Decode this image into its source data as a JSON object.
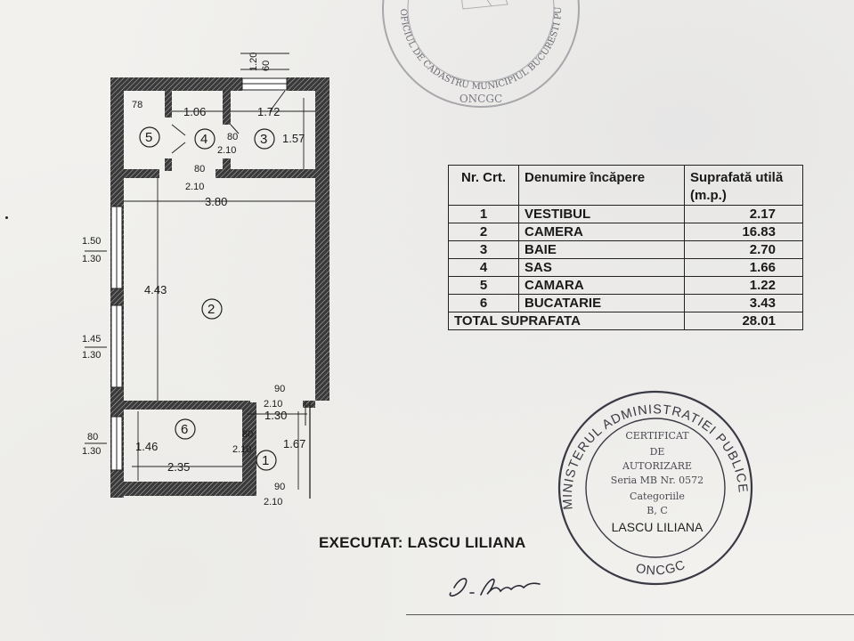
{
  "plan": {
    "dims": {
      "top_120": "1.20",
      "top_60": "60",
      "d78": "78",
      "d106": "1.06",
      "d172": "1.72",
      "d157": "1.57",
      "door4_w": "80",
      "door4_h": "2.10",
      "door5_w": "80",
      "door5_h": "2.10",
      "d380": "3.80",
      "win1_w": "1.50",
      "win1_h": "1.30",
      "d443": "4.43",
      "win2_w": "1.45",
      "win2_h": "1.30",
      "door1a_w": "90",
      "door1a_h": "2.10",
      "d130": "1.30",
      "win3_w": "80",
      "win3_h": "1.30",
      "d146": "1.46",
      "door6_w": "80",
      "door6_h": "2.10",
      "d167": "1.67",
      "d235": "2.35",
      "door1b_w": "90",
      "door1b_h": "2.10"
    },
    "rooms": {
      "r1": "1",
      "r2": "2",
      "r3": "3",
      "r4": "4",
      "r5": "5",
      "r6": "6"
    }
  },
  "table": {
    "headers": {
      "nr": "Nr. Crt.",
      "name": "Denumire încăpere",
      "area": "Suprafată utilă (m.p.)"
    },
    "rows": [
      {
        "nr": "1",
        "name": "VESTIBUL",
        "area": "2.17"
      },
      {
        "nr": "2",
        "name": "CAMERA",
        "area": "16.83"
      },
      {
        "nr": "3",
        "name": "BAIE",
        "area": "2.70"
      },
      {
        "nr": "4",
        "name": "SAS",
        "area": "1.66"
      },
      {
        "nr": "5",
        "name": "CAMARA",
        "area": "1.22"
      },
      {
        "nr": "6",
        "name": "BUCATARIE",
        "area": "3.43"
      }
    ],
    "total_label": "TOTAL SUPRAFATA",
    "total_value": "28.01"
  },
  "executed": "EXECUTAT: LASCU LILIANA",
  "stamp": {
    "ring_top": "MINISTERUL ADMINISTRATIEI PUBLICE",
    "ring_bottom": "ONCGC",
    "line1": "CERTIFICAT",
    "line2": "DE",
    "line3": "AUTORIZARE",
    "line4": "Seria MB Nr. 0572",
    "line5": "Categoriile",
    "line6": "B, C",
    "line7": "LASCU LILIANA"
  },
  "top_stamp": {
    "ring": "OFICIUL DE CADASTRU MUNICIPIUL BUCURESTI PUBLICE",
    "bottom": "ONCGC"
  }
}
